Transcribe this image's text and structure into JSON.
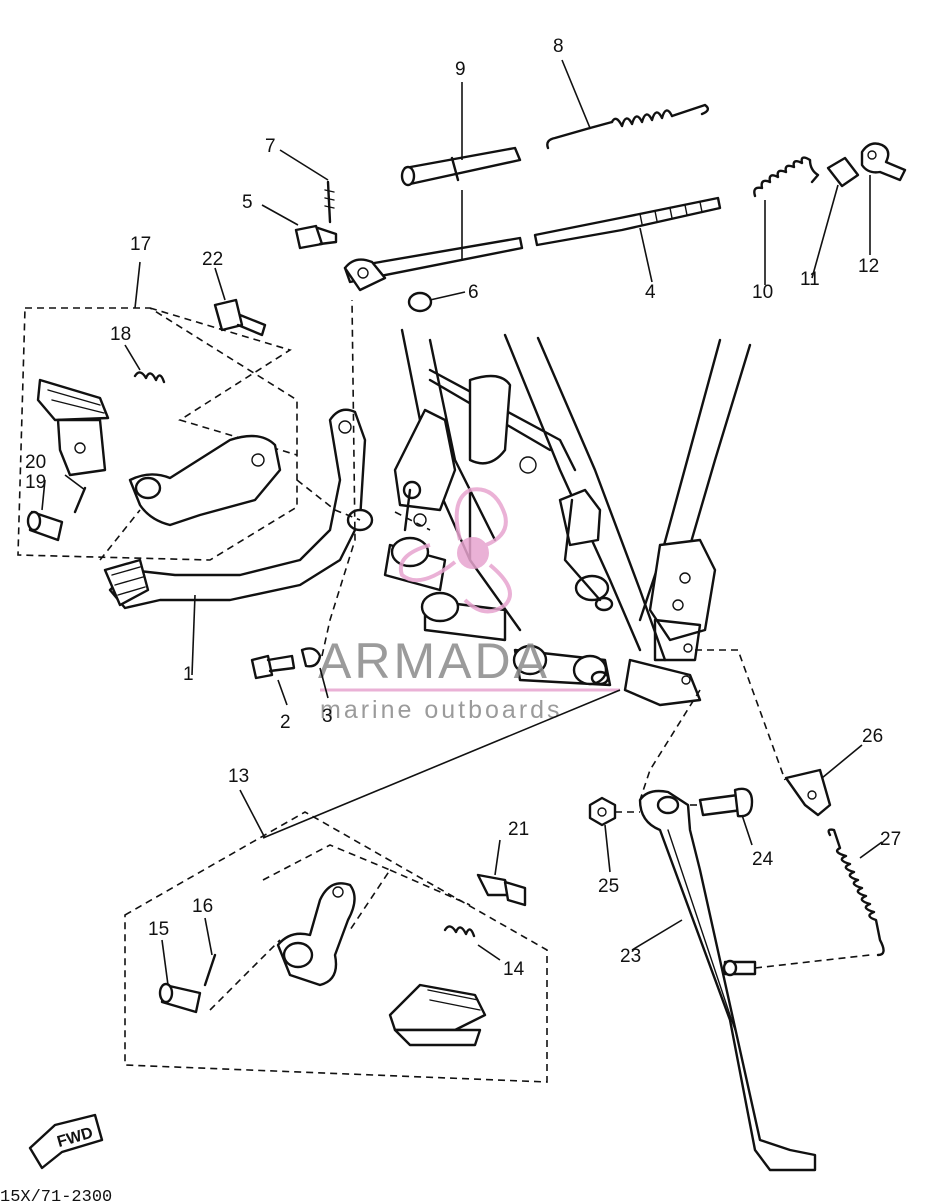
{
  "diagram": {
    "callouts": [
      {
        "id": "c1",
        "label": "1"
      },
      {
        "id": "c2",
        "label": "2"
      },
      {
        "id": "c3",
        "label": "3"
      },
      {
        "id": "c4",
        "label": "4"
      },
      {
        "id": "c5",
        "label": "5"
      },
      {
        "id": "c6",
        "label": "6"
      },
      {
        "id": "c7",
        "label": "7"
      },
      {
        "id": "c8",
        "label": "8"
      },
      {
        "id": "c9",
        "label": "9"
      },
      {
        "id": "c10",
        "label": "10"
      },
      {
        "id": "c11",
        "label": "11"
      },
      {
        "id": "c12",
        "label": "12"
      },
      {
        "id": "c13",
        "label": "13"
      },
      {
        "id": "c14",
        "label": "14"
      },
      {
        "id": "c15",
        "label": "15"
      },
      {
        "id": "c16",
        "label": "16"
      },
      {
        "id": "c17",
        "label": "17"
      },
      {
        "id": "c18",
        "label": "18"
      },
      {
        "id": "c19",
        "label": "19"
      },
      {
        "id": "c20",
        "label": "20"
      },
      {
        "id": "c21",
        "label": "21"
      },
      {
        "id": "c22",
        "label": "22"
      },
      {
        "id": "c23",
        "label": "23"
      },
      {
        "id": "c24",
        "label": "24"
      },
      {
        "id": "c25",
        "label": "25"
      },
      {
        "id": "c26",
        "label": "26"
      },
      {
        "id": "c27",
        "label": "27"
      }
    ],
    "fwd_label": "FWD",
    "drawing_code": "15X/71-2300"
  },
  "watermark": {
    "brand": "ARMADA",
    "tagline": "marine outboards",
    "accent_color": "#e7a4cf",
    "text_color": "#8a8a8a"
  }
}
